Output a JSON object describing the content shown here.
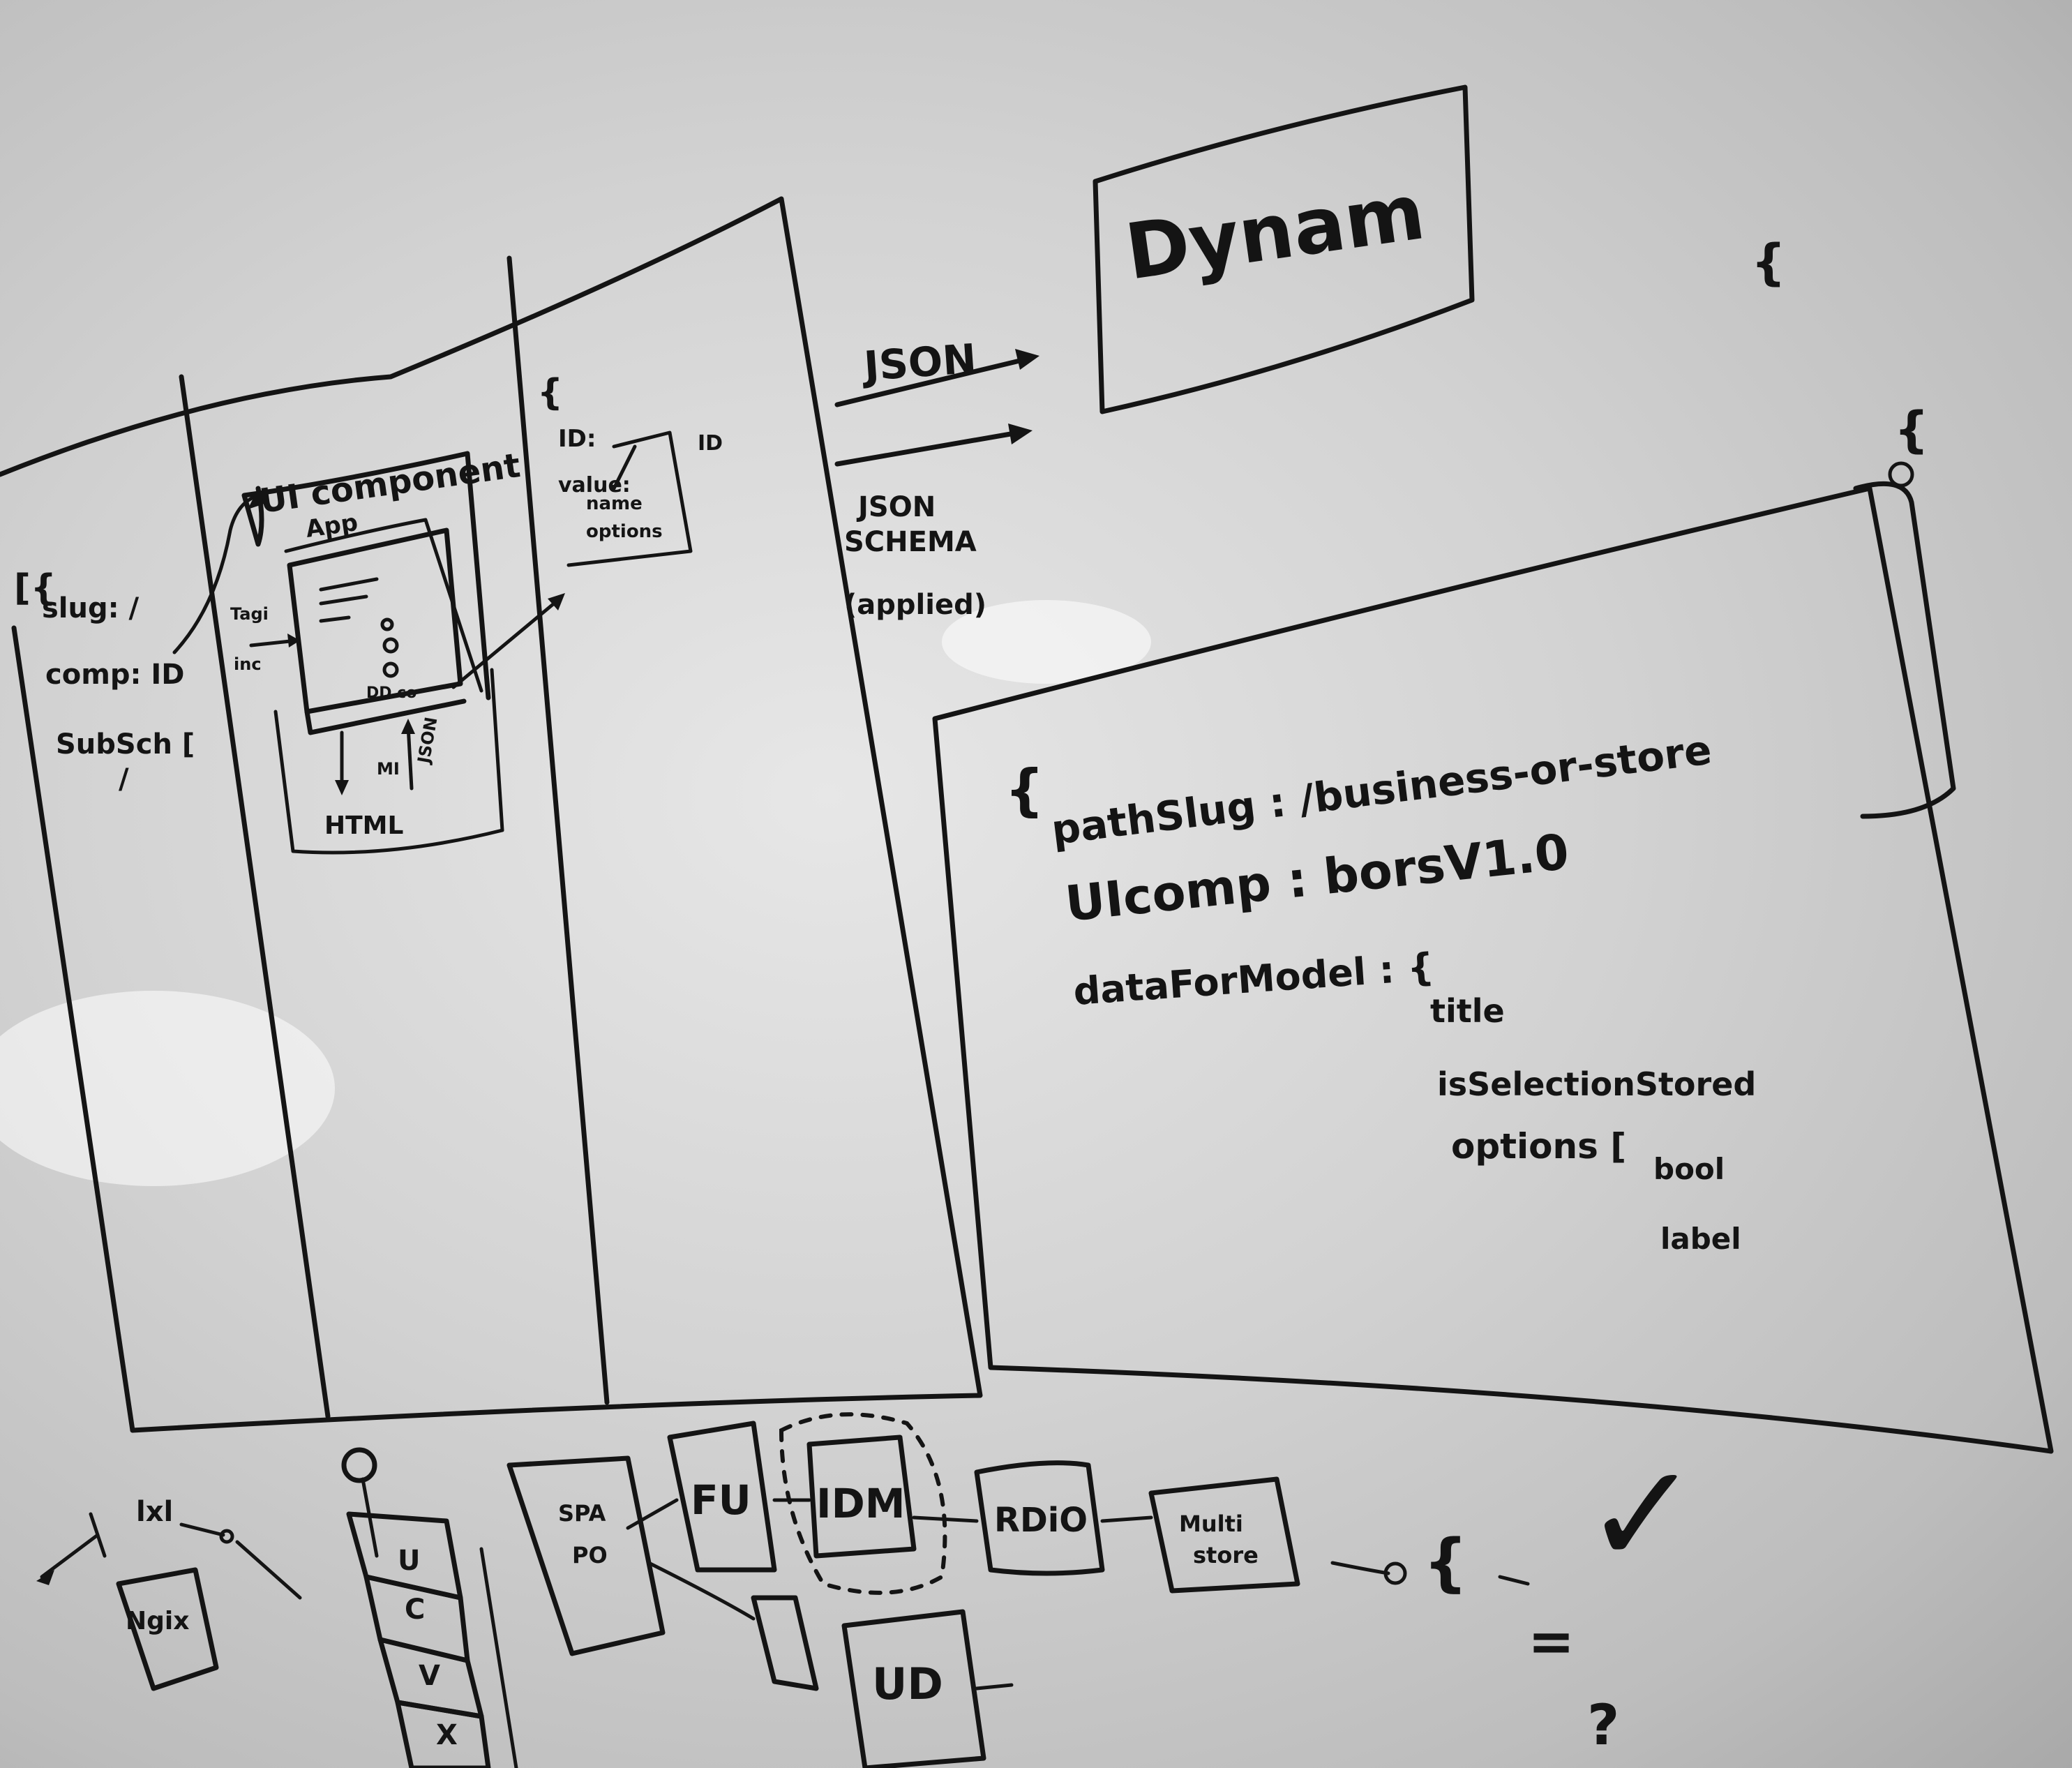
{
  "board": {
    "background": "#d6d6d6",
    "ink_color": "#141414"
  },
  "left_panel": {
    "col1": {
      "brace": "[{",
      "slug": "slug: /",
      "component": "comp: ID",
      "subschema": "SubSch [",
      "mark": "/"
    },
    "col2": {
      "title": "UI component",
      "sub": "App",
      "tag_input": "Tagi",
      "tag_side": "inc",
      "tag_bottom": "DD co",
      "label_html": "HTML",
      "label_json": "JSON",
      "label_ml": "MI"
    },
    "col3": {
      "brace": "{",
      "id": "ID:",
      "value": "value:",
      "id_box_label": "ID",
      "name": "name",
      "options": "options"
    }
  },
  "arrows": {
    "json_label": "JSON",
    "schema_line1": "JSON",
    "schema_line2": "SCHEMA",
    "schema_line3": "(applied)"
  },
  "dynamic_box": {
    "title": "Dynam"
  },
  "right_braces": {
    "top": "{",
    "second": "{"
  },
  "model_box": {
    "brace": "{",
    "path_slug": "pathSlug : /business-or-store",
    "ui_comp": "UIcomp : borsV1.0",
    "data_for_model": "dataForModel : {",
    "items": [
      "title",
      "isSelectionStored",
      "options ["
    ],
    "option_values": [
      "bool",
      "label"
    ]
  },
  "bottom_row": {
    "nav_label": "lxl",
    "nav_box": "Ngix",
    "stack_letters": [
      "U",
      "C",
      "V",
      "X"
    ],
    "spa_box_line1": "SPA",
    "spa_box_line2": "PO",
    "fu_box": "FU",
    "idm_box": "IDM",
    "rdio_box": "RDiO",
    "multi_box_line1": "Multi",
    "multi_box_line2": "store",
    "ud_box": "UD",
    "brace": "{",
    "checkmark": "✓",
    "equals": "=",
    "question": "?"
  }
}
